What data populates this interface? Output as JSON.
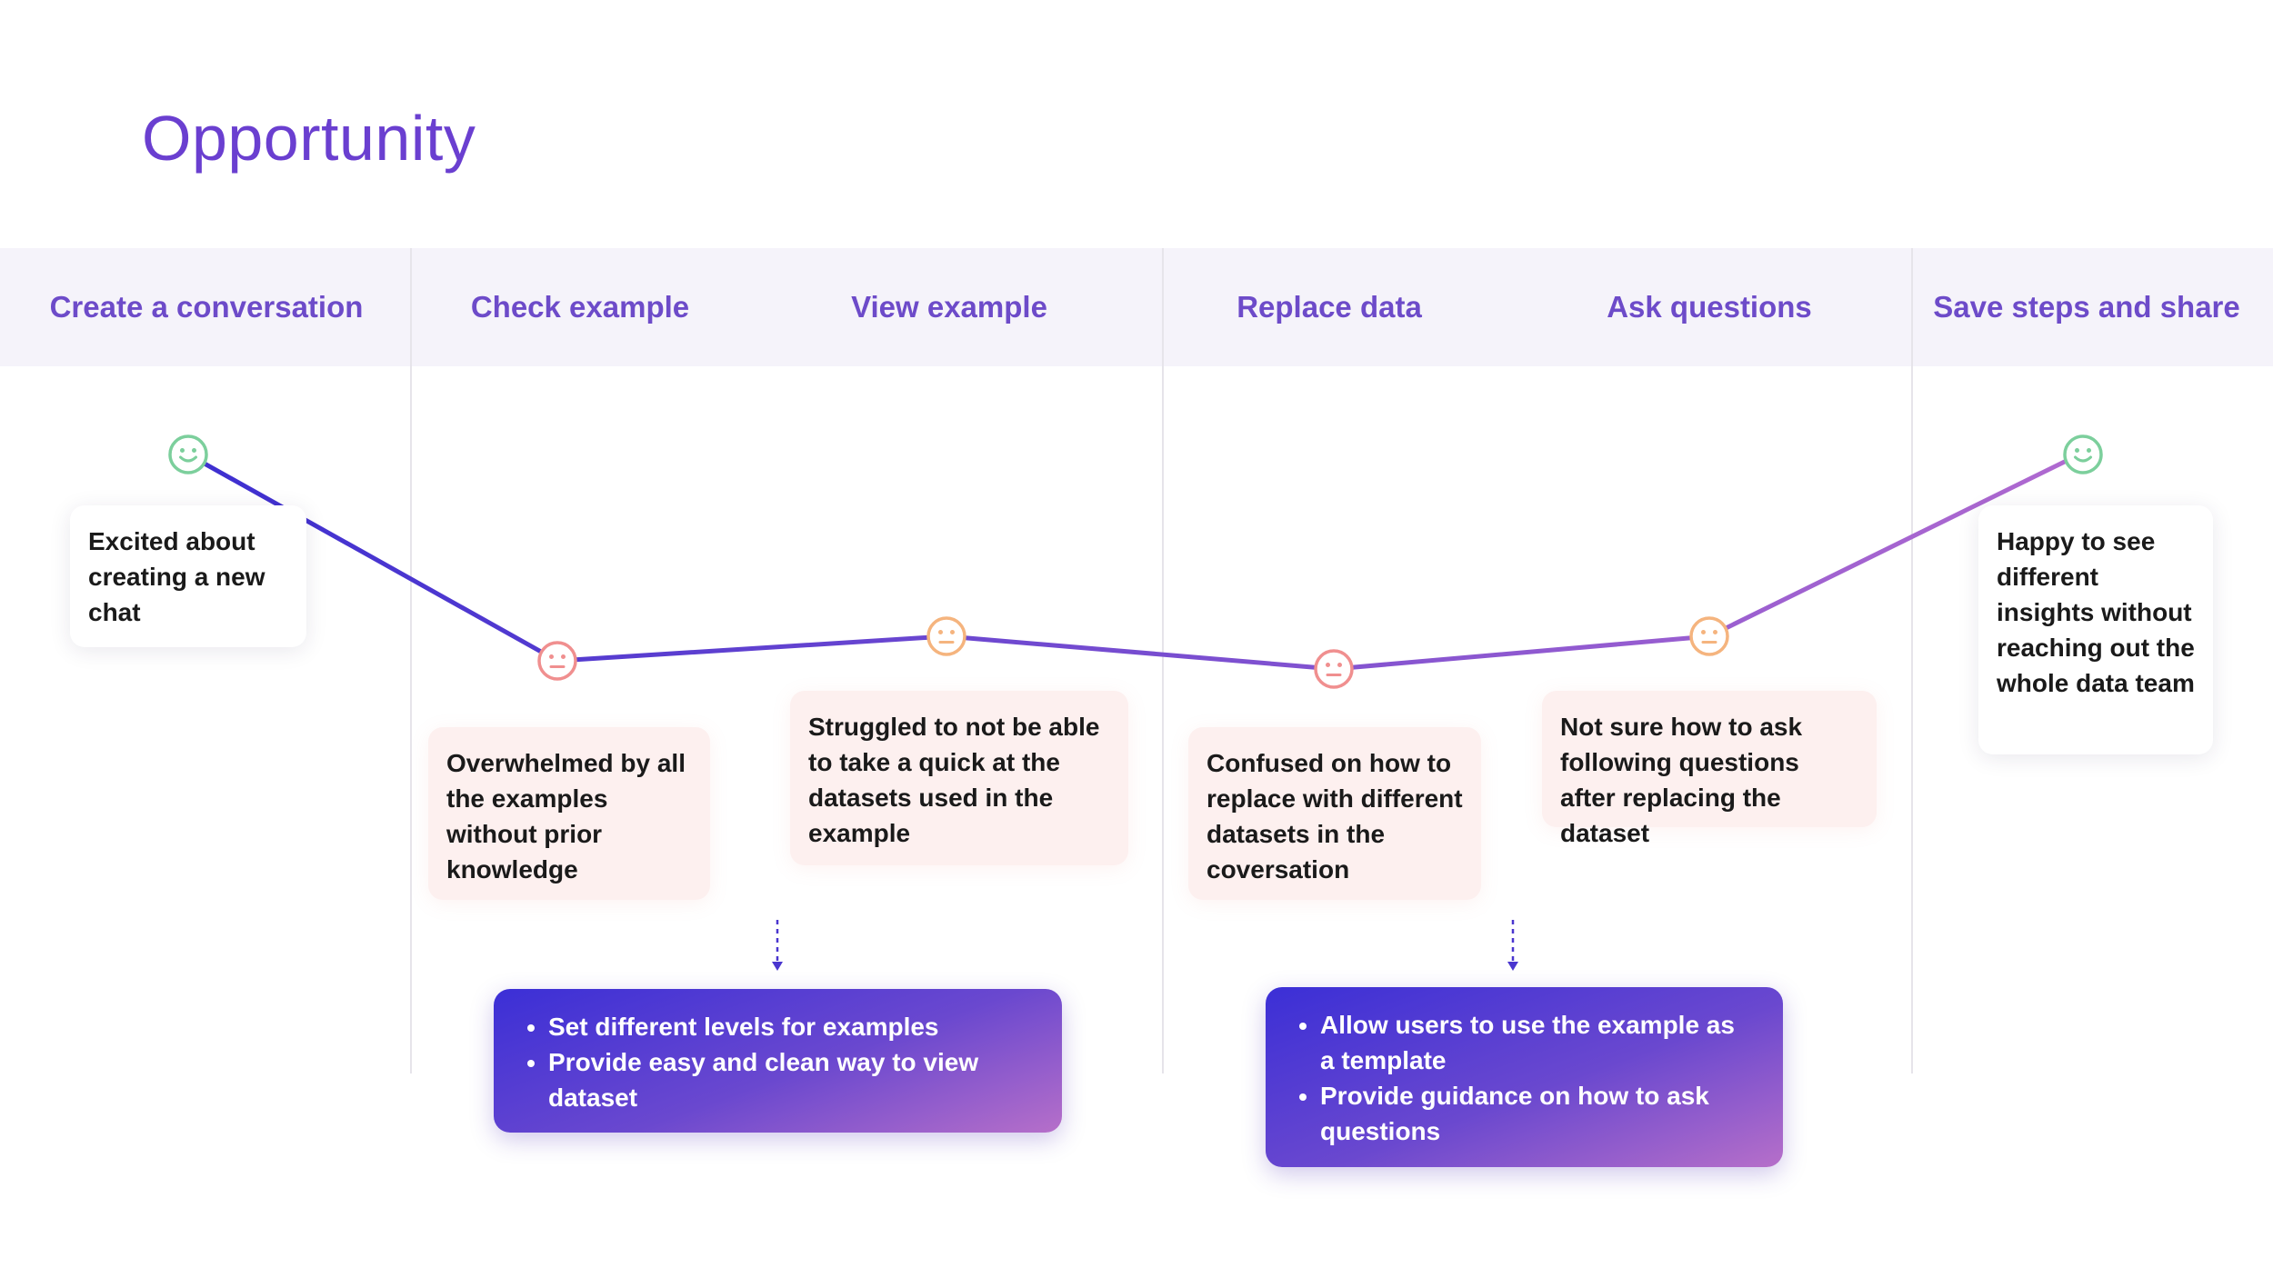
{
  "title": "Opportunity",
  "stages": [
    {
      "label": "Create a conversation"
    },
    {
      "label": "Check example"
    },
    {
      "label": "View example"
    },
    {
      "label": "Replace data"
    },
    {
      "label": "Ask questions"
    },
    {
      "label": "Save steps and share"
    }
  ],
  "moments": [
    {
      "mood": "happy",
      "text": "Excited about creating a new chat"
    },
    {
      "mood": "sad",
      "text": "Overwhelmed by all the examples without prior knowledge"
    },
    {
      "mood": "neutral",
      "text": "Struggled to not be able to take a quick at the datasets used in the example"
    },
    {
      "mood": "sad",
      "text": "Confused on how to replace with different datasets in the coversation"
    },
    {
      "mood": "neutral",
      "text": "Not sure how to ask following questions after replacing the dataset"
    },
    {
      "mood": "happy",
      "text": "Happy to see different insights without reaching out the whole data team"
    }
  ],
  "opportunities": [
    {
      "items": [
        "Set different levels for examples",
        "Provide easy and clean way to view dataset"
      ]
    },
    {
      "items": [
        "Allow users to use the example as a template",
        "Provide guidance on how to ask questions"
      ]
    }
  ],
  "colors": {
    "title": "#6a3fd0",
    "stage_label": "#6d4bc9",
    "happy": "#7ccf9c",
    "sad": "#f08f8f",
    "neutral": "#f5b47e",
    "line_start": "#3d2fd0",
    "line_end": "#b06ad0"
  }
}
